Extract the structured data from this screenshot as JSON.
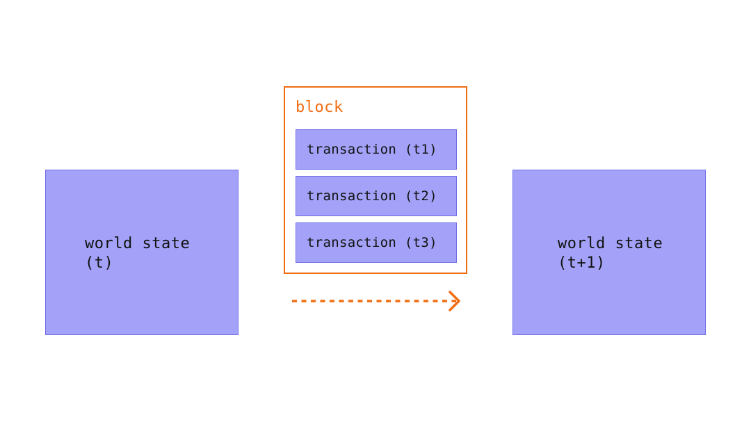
{
  "colors": {
    "state_fill": "#a3a2f8",
    "state_border": "#6f6ce8",
    "block_accent": "#f06d12",
    "text": "#121212"
  },
  "state_before": {
    "line1": "world state",
    "line2": "(t)"
  },
  "block": {
    "label": "block",
    "transactions": [
      "transaction (t1)",
      "transaction (t2)",
      "transaction (t3)"
    ]
  },
  "state_after": {
    "line1": "world state",
    "line2": "(t+1)"
  }
}
